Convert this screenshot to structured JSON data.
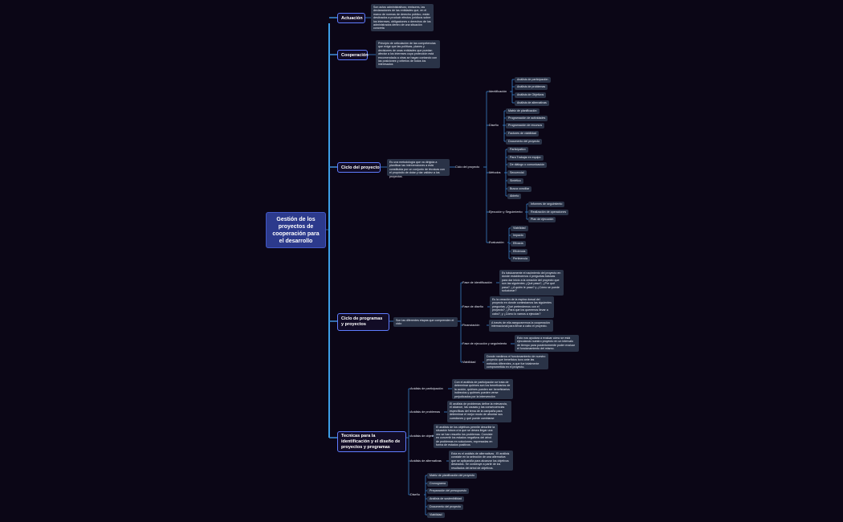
{
  "root": {
    "title": "Gestión de los proyectos de cooperación para el desarrollo"
  },
  "branches": {
    "actuacion": {
      "label": "Actuación",
      "desc": "Son actos administrativos; emisores, las declaraciones de las entidades que, en el marco de normas de derecho público, están destinados a producir efectos jurídicos sobre los intereses, obligaciones o derechos de los administrados dentro de una situación concreta"
    },
    "cooperacion": {
      "label": "Cooperación",
      "desc": "Principio de articulación de las competencias que exige que las políticas, planes y decisiones de unas entidades que puedan afectar a los intereses cuya protección está encomendada a otras se hagan contando con las posiciones y criterios de todos los interesados"
    },
    "ciclo_proyecto": {
      "label": "Ciclo del proyecto",
      "desc": "Es una metodología que va dirigida a planificar las intervenciones a está constituida por un conjunto de técnicas con el propósito de dotar y dar validez a los proyectos.",
      "sub": "Ciclo del proyecto",
      "identificacion": {
        "label": "Identificación",
        "items": [
          "Análisis de participación",
          "Análisis de problemas",
          "Análisis de Objetivos",
          "Análisis de alternativas"
        ]
      },
      "diseno": {
        "label": "Diseño",
        "items": [
          "Matriz de planificación",
          "Programación de actividades",
          "Programación de recursos",
          "Factores de viabilidad",
          "Documento del proyecto"
        ]
      },
      "metodos": {
        "label": "Métodos",
        "items": [
          "Participativo",
          "Para Trabajar en equipo",
          "De diálogo o comunicación",
          "Secuencial",
          "Sintético",
          "Busca conciliar",
          "Abierto"
        ]
      },
      "ejecucion": {
        "label": "Ejecución y Seguimiento",
        "items": [
          "Informes de seguimiento",
          "Realización de operaciones",
          "Plan de ejecución"
        ]
      },
      "evaluacion": {
        "label": "Evaluación",
        "items": [
          "Viabilidad",
          "Impacto",
          "Eficacia",
          "Eficiencia",
          "Pertinencia"
        ]
      }
    },
    "ciclo_programas": {
      "label": "Ciclo de programas y proyectos",
      "desc": "Son las diferentes etapas que comprenden el ciclo",
      "fases": [
        {
          "label": "Fase de identificación",
          "desc": "Es básicamente el nacimiento del proyecto en donde establecemos 4 preguntas básicas para dar inicio a la creación del proyecto que son las siguientes ¿Qué pasa?, ¿Por qué pasa?, ¿A quién le pasa? y ¿Cómo se puede solucionar?"
        },
        {
          "label": "Fase de diseño",
          "desc": "Es la creación de la  espina dorsal del proyecto en donde contestamos las siguientes preguntas ¿Qué pretendemos con el proyecto?, ¿Para que los queremos llevar a cabo?, y ¿Cómo lo vamos a ejecutar?"
        },
        {
          "label": "Financiación",
          "desc": "A través de ella aseguraremos la cooperación internacional para llevar a cabo el proyecto."
        },
        {
          "label": "Fase de ejecución y seguimiento",
          "desc": "Esto nos ayudara a evaluar cómo se está ejecutando nuestro proyecto en un intervalo de tiempo para posteriormente poder evaluar el funcionamiento del mismo."
        },
        {
          "label": "Viabilidad",
          "desc": "Donde medimos el funcionamiento de nuestro proyecto que beneficios tuvo ante las métodos diferentes, a que fue totalmente comprometida en el proyecto."
        }
      ]
    },
    "tecnicas": {
      "label": "Tecnicas para la identificación y el diseño de proyectos y programas",
      "items": [
        {
          "label": "Análisis de participación",
          "desc": "Con el análisis de participación se trata de determinar quiénes son los beneficiarios de la acción, quiénes pueden ser beneficiarios indirectos y quiénes pueden verse perjudicados por la intervención"
        },
        {
          "label": "Análisis de problemas",
          "desc": "El análisis de problemas define la relevancia, el alcance, las causas y las consecuencias específicas del tema de la campaña para determinar el mejor modo de afrontar sus cuestiones y qué puede cambiarse"
        },
        {
          "label": "Análisis de objetivos",
          "desc": "El análisis de los objetivos permite describir la situación futura a la que se desea llegar una vez se han resuelto los problemas. Consiste en convertir los estados negativos del árbol de problemas en soluciones, expresadas en forma de estados positivos"
        },
        {
          "label": "Análisis de alternativas",
          "desc": "Esta es el análisis de alternativas . El análisis consiste en la selección de una alternativa que se aplicará/la para alcanzar los objetivos deseados. Se construye a partir de los resultados del árbol de objetivos."
        }
      ],
      "diseno": {
        "label": "Diseño",
        "items": [
          "Matriz de planificación del proyecto",
          "Cronograma",
          "Preparación del presupuesto",
          "Análisis de sostenibilidad",
          "Documento del proyecto",
          "Viabilidad"
        ]
      }
    }
  },
  "colors": {
    "background": "#0b0616",
    "accent": "#5f7cff",
    "root": "#2c3a8c",
    "chip": "#2a3347",
    "wire": "#3f8fdb"
  }
}
